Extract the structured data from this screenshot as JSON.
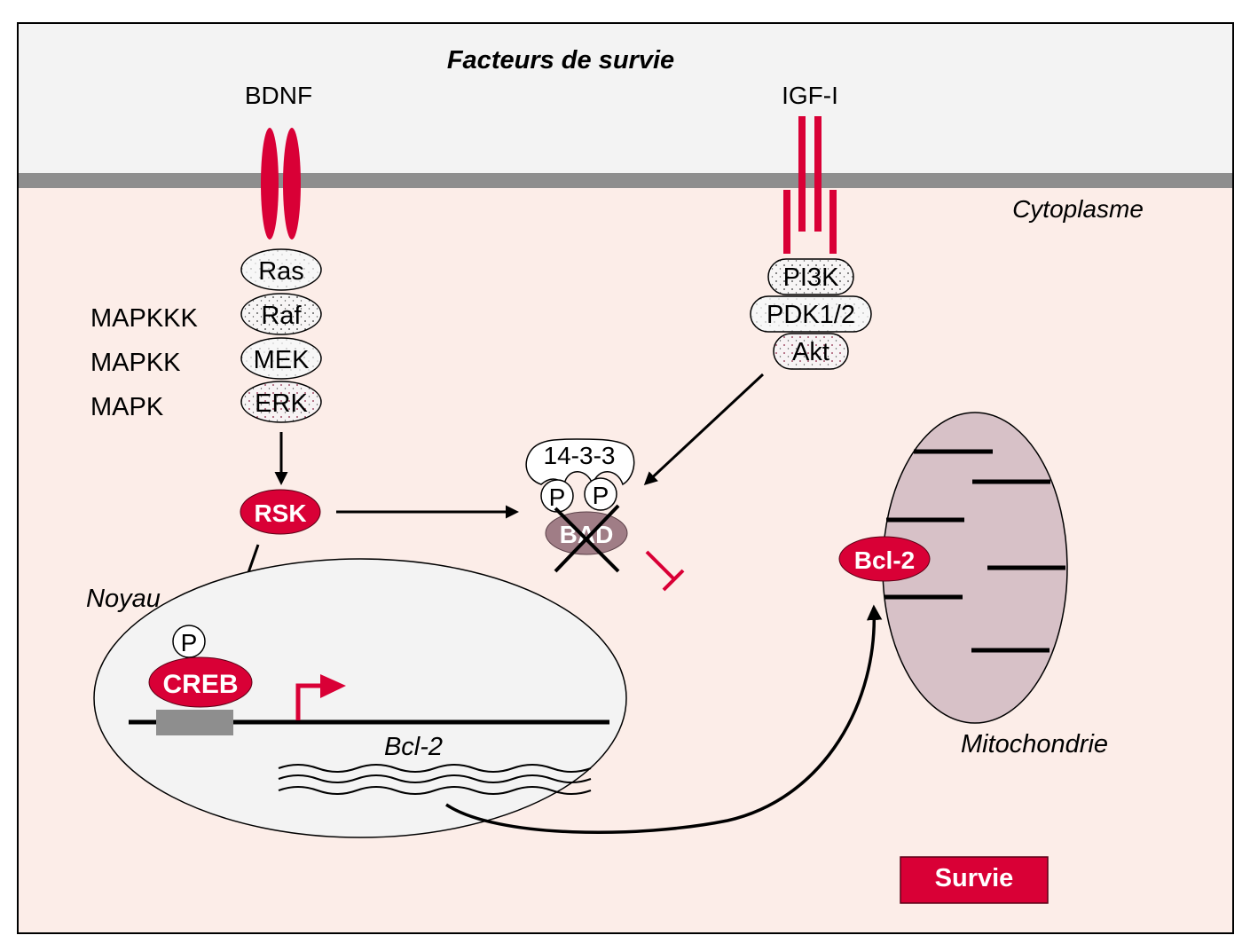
{
  "title": "Facteurs de survie",
  "compartments": {
    "cytoplasm": "Cytoplasme",
    "nucleus": "Noyau",
    "mitochondrion": "Mitochondrie"
  },
  "ligands": {
    "left": "BDNF",
    "right": "IGF-I"
  },
  "mapk_cascade": {
    "proteins": [
      "Ras",
      "Raf",
      "MEK",
      "ERK"
    ],
    "levels": [
      "MAPKKK",
      "MAPKK",
      "MAPK"
    ]
  },
  "pi3k_cascade": {
    "proteins": [
      "PI3K",
      "PDK1/2",
      "Akt"
    ]
  },
  "nodes": {
    "rsk": "RSK",
    "adaptor": "14-3-3",
    "phospho": "P",
    "bad": "BAD",
    "creb": "CREB",
    "gene": "Bcl-2",
    "bcl2_protein": "Bcl-2",
    "outcome": "Survie"
  },
  "colors": {
    "accent_red": "#d90036",
    "extracellular": "#f3f3f3",
    "cytoplasm": "#fcede8",
    "membrane": "#8e8e8e",
    "nucleus": "#f3f3f3",
    "mitochondrion": "#d7c1c7",
    "bad": "#a07d86"
  }
}
